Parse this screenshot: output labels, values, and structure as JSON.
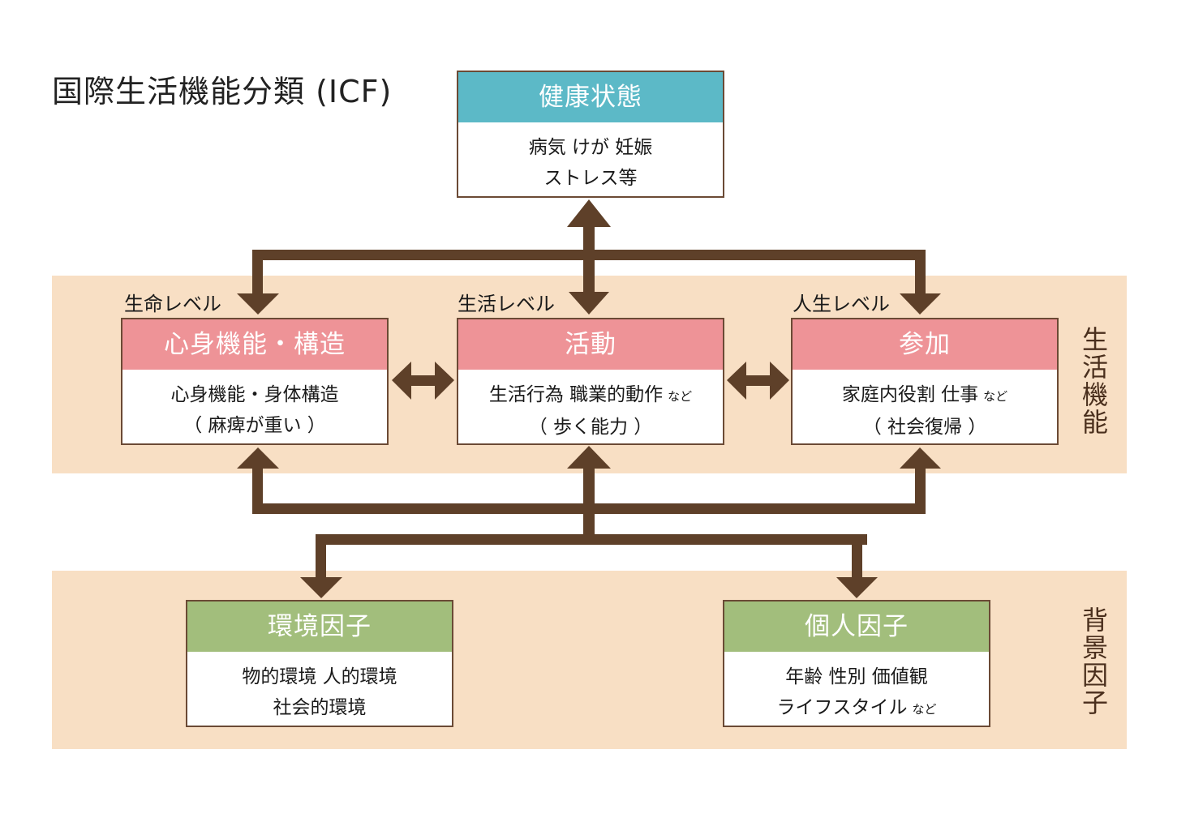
{
  "title": "国際生活機能分類 (ICF)",
  "colors": {
    "band": "#f8dfc4",
    "arrow": "#5e4029",
    "health_header": "#5cb9c7",
    "function_header": "#ee9397",
    "context_header": "#a2be7c"
  },
  "health": {
    "header": "健康状態",
    "line1": "病気  けが  妊娠",
    "line2": "ストレス等"
  },
  "levels": {
    "life": "生命レベル",
    "living": "生活レベル",
    "personal": "人生レベル"
  },
  "functioning": {
    "side_label": "生活機能",
    "body": {
      "header": "心身機能・構造",
      "line1": "心身機能・身体構造",
      "line2": "（ 麻痺が重い ）"
    },
    "activity": {
      "header": "活動",
      "line1": "生活行為  職業的動作",
      "line1_suffix": "など",
      "line2": "（ 歩く能力 ）"
    },
    "participation": {
      "header": "参加",
      "line1": "家庭内役割  仕事",
      "line1_suffix": "など",
      "line2": "（ 社会復帰 ）"
    }
  },
  "context": {
    "side_label": "背景因子",
    "environment": {
      "header": "環境因子",
      "line1": "物的環境  人的環境",
      "line2": "社会的環境"
    },
    "personal": {
      "header": "個人因子",
      "line1": "年齢  性別  価値観",
      "line2": "ライフスタイル",
      "line2_suffix": "など"
    }
  }
}
